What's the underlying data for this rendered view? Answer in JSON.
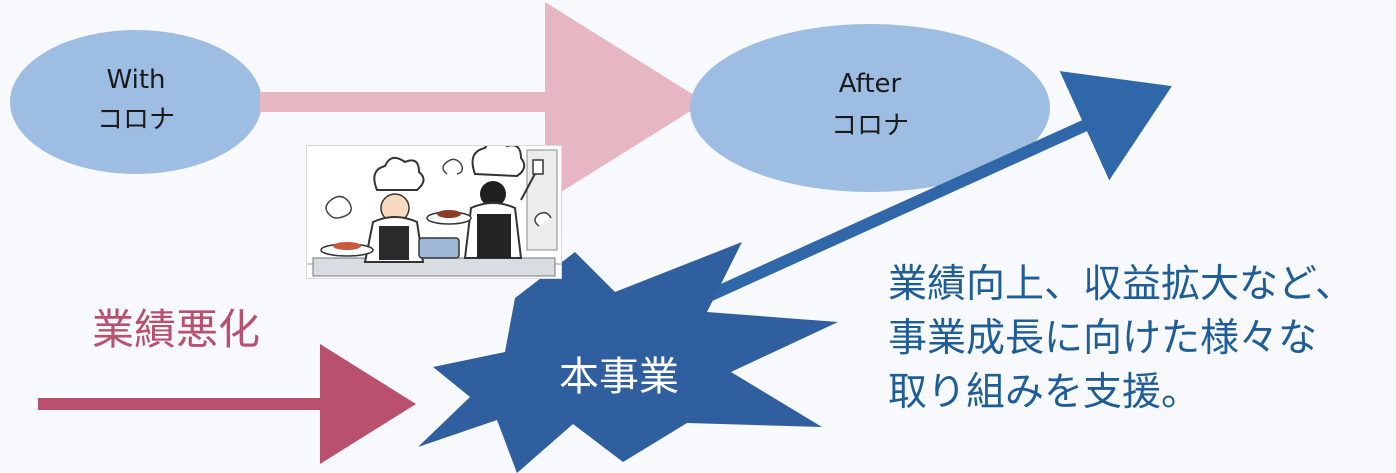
{
  "nodes": {
    "with_corona": {
      "line1": "With",
      "line2": "コロナ"
    },
    "after_corona": {
      "line1": "After",
      "line2": "コロナ"
    },
    "this_project": {
      "label": "本事業"
    }
  },
  "labels": {
    "performance_decline": "業績悪化",
    "support_text": [
      "業績向上、収益拡大など、",
      "事業成長に向けた様々な",
      "取り組みを支援。"
    ]
  },
  "colors": {
    "ellipse_fill": "#9dbde3",
    "pink_arrow": "#e6b7c2",
    "decline_arrow": "#b9506e",
    "growth_arrow": "#2f67a8",
    "star_fill": "#2f5f9e",
    "decline_text": "#b8506e",
    "support_text": "#1f5d96"
  },
  "illustration": {
    "name": "chefs-cooking-illustration"
  }
}
